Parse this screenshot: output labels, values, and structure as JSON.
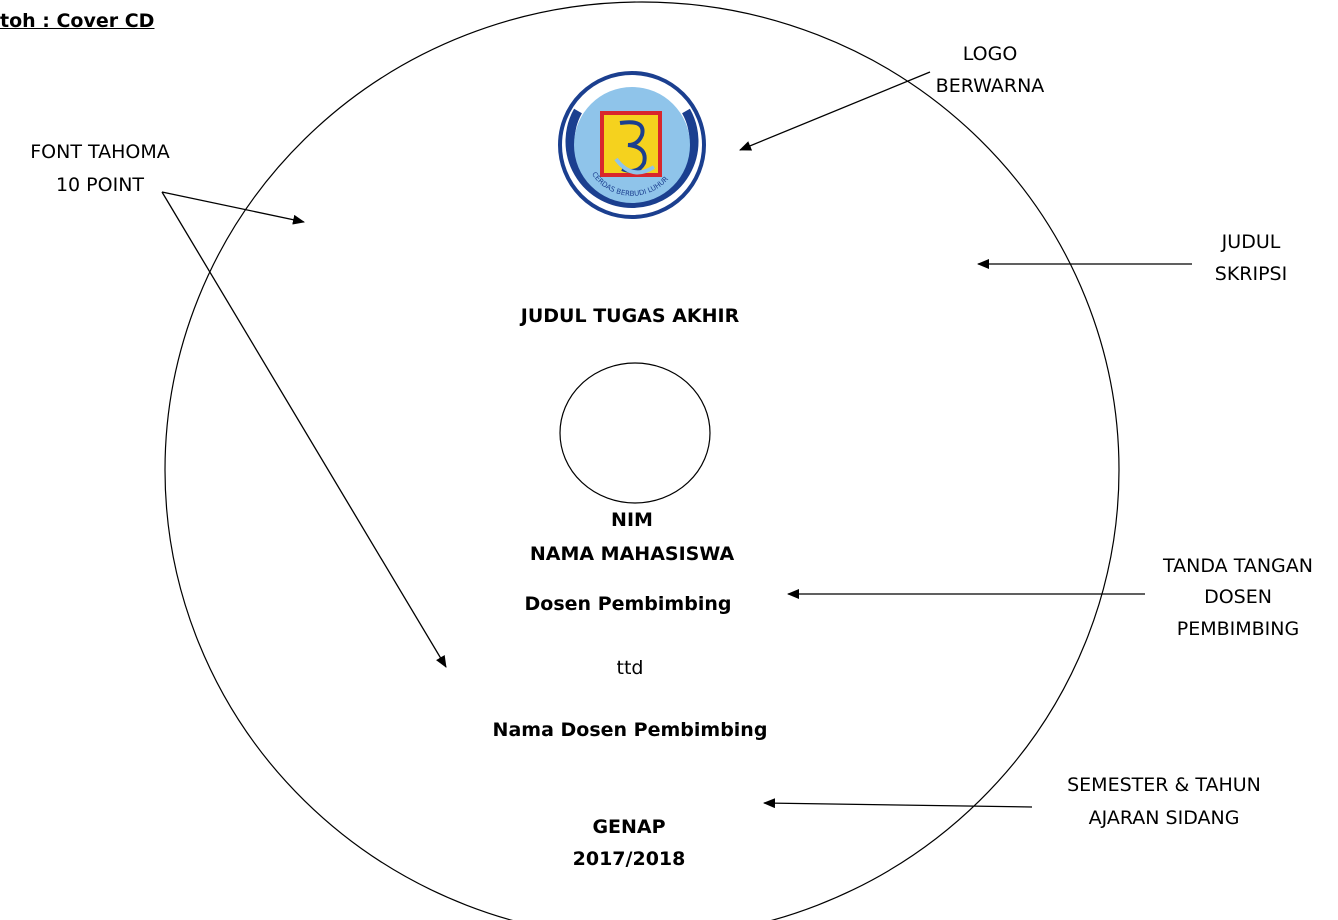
{
  "heading": "toh : Cover CD",
  "disc": {
    "title": "JUDUL TUGAS AKHIR",
    "nim": "NIM",
    "nama": "NAMA MAHASISWA",
    "dosen_label": "Dosen Pembimbing",
    "ttd": "ttd",
    "nama_dosen": "Nama Dosen Pembimbing",
    "semester": "GENAP",
    "tahun": "2017/2018",
    "logo_text": "CERDAS BERBUDI LUHUR",
    "logo_icon": "university-logo-icon"
  },
  "callouts": {
    "font_line1": "FONT TAHOMA",
    "font_line2": "10 POINT",
    "logo_line1": "LOGO",
    "logo_line2": "BERWARNA",
    "judul_line1": "JUDUL",
    "judul_line2": "SKRIPSI",
    "ttd_line1": "TANDA TANGAN",
    "ttd_line2": "DOSEN",
    "ttd_line3": "PEMBIMBING",
    "sem_line1": "SEMESTER & TAHUN",
    "sem_line2": "AJARAN SIDANG"
  },
  "colors": {
    "logo_navy": "#1b3f8f",
    "logo_light_blue": "#8fc4ea",
    "logo_red": "#d9262c",
    "logo_yellow": "#f5d21e"
  }
}
